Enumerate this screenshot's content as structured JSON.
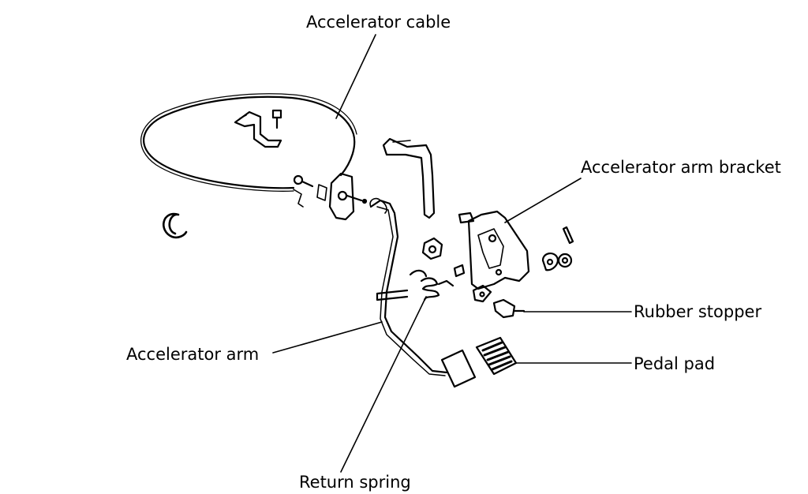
{
  "labels": {
    "accelerator_cable": "Accelerator cable",
    "accelerator_arm_bracket": "Accelerator arm bracket",
    "rubber_stopper": "Rubber stopper",
    "pedal_pad": "Pedal pad",
    "accelerator_arm": "Accelerator arm",
    "return_spring": "Return spring"
  },
  "colors": {
    "ink": "#000000",
    "paper": "#ffffff"
  }
}
